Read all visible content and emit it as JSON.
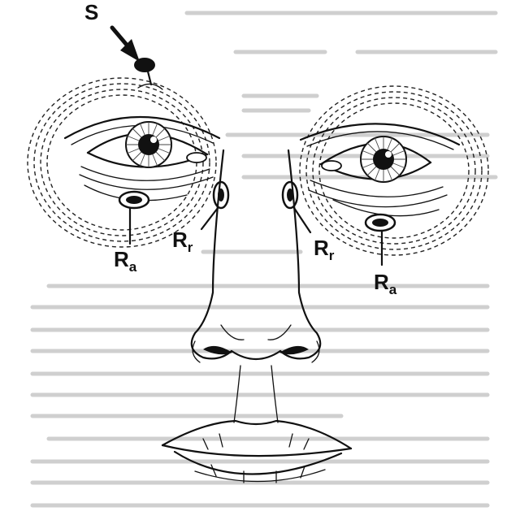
{
  "labels": {
    "S": "S",
    "Ra": "R",
    "Ra_sub": "a",
    "Rr": "R",
    "Rr_sub": "r"
  },
  "colors": {
    "ink": "#111111",
    "background": "#ffffff",
    "show_through_text": "#cfcfcf"
  }
}
